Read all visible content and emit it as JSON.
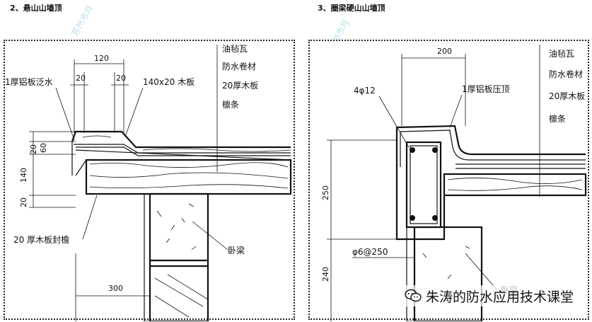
{
  "titles": {
    "left": "2、悬山山墙顶",
    "right": "3、圈梁硬山山墙顶"
  },
  "watermarks": {
    "left": "苏州市月",
    "right": "苏州市月"
  },
  "left_diagram": {
    "dims": {
      "top_width": "120",
      "left_20": "20",
      "right_20": "20",
      "v_20": "20",
      "v_60": "60",
      "v_140": "140",
      "v_20b": "20",
      "bottom_300": "300"
    },
    "labels": {
      "flashing": "1厚铝板泛水",
      "board": "140x20 木板",
      "fascia": "20 厚木板封檐",
      "beam": "卧梁",
      "layer1": "油毡瓦",
      "layer2": "防水卷材",
      "layer3": "20厚木板",
      "layer4": "檩条"
    }
  },
  "right_diagram": {
    "dims": {
      "top_width": "200",
      "v_250": "250",
      "v_240": "240",
      "rebar": "4φ12",
      "stirrup": "φ6@250"
    },
    "labels": {
      "cap": "1厚铝板压顶",
      "beam": "卧梁",
      "layer1": "油毡瓦",
      "layer2": "防水卷材",
      "layer3": "20厚木板",
      "layer4": "檩条"
    }
  },
  "badge": {
    "text": "朱涛的防水应用技术课堂"
  }
}
